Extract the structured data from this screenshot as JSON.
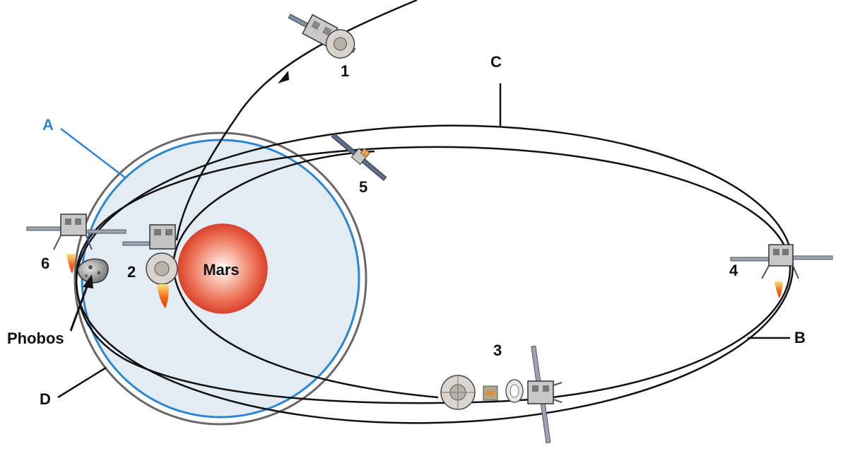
{
  "labels": {
    "A": "A",
    "B": "B",
    "C": "C",
    "D": "D",
    "mars": "Mars",
    "phobos": "Phobos",
    "step1": "1",
    "step2": "2",
    "step3": "3",
    "step4": "4",
    "step5": "5",
    "step6": "6"
  },
  "colors": {
    "orbit_a": "#2b86d4",
    "orbit_a_fill": "#e3ebf3",
    "orbit_dark": "#111111",
    "orbit_gray": "#6e6565",
    "mars_center": "#ffffff",
    "mars_mid": "#f08f78",
    "mars_edge": "#d9442b",
    "flame": "#f26a1b"
  }
}
